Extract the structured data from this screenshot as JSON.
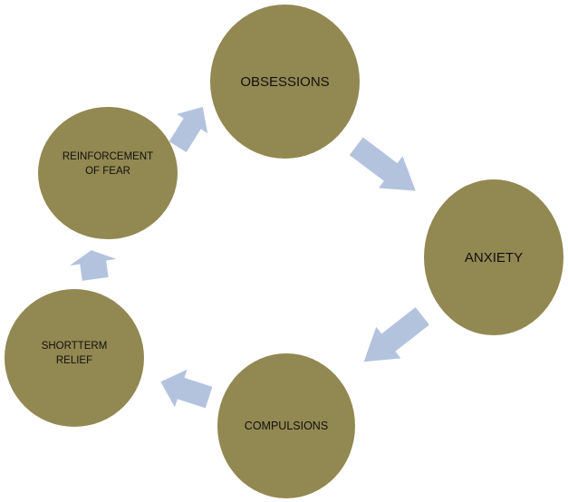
{
  "diagram": {
    "title": "OCD cycle",
    "nodes": [
      {
        "label": "OBSESSIONS"
      },
      {
        "label": "ANXIETY"
      },
      {
        "label": "COMPULSIONS"
      },
      {
        "label": "SHORTTERM\nRELIEF"
      },
      {
        "label": "REINFORCEMENT\nOF FEAR"
      }
    ],
    "edges": [
      {
        "from": "OBSESSIONS",
        "to": "ANXIETY"
      },
      {
        "from": "ANXIETY",
        "to": "COMPULSIONS"
      },
      {
        "from": "COMPULSIONS",
        "to": "SHORTTERM RELIEF"
      },
      {
        "from": "SHORTTERM RELIEF",
        "to": "REINFORCEMENT OF FEAR"
      },
      {
        "from": "REINFORCEMENT OF FEAR",
        "to": "OBSESSIONS"
      }
    ],
    "colors": {
      "node": "#928851",
      "arrow": "#B3C3DE",
      "text": "#111111"
    }
  }
}
